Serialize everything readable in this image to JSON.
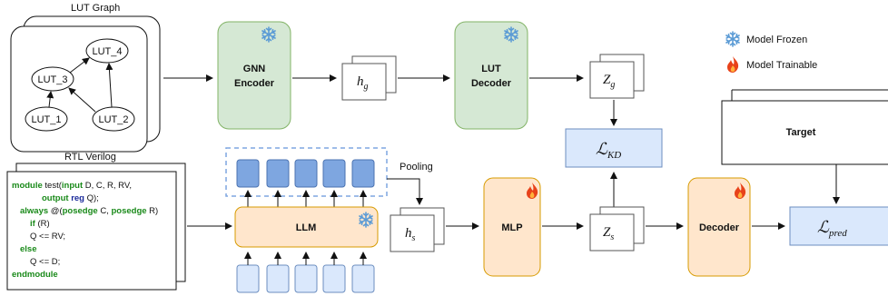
{
  "lut_graph": {
    "title": "LUT Graph",
    "nodes": [
      "LUT_4",
      "LUT_3",
      "LUT_1",
      "LUT_2"
    ]
  },
  "gnn_encoder": {
    "line1": "GNN",
    "line2": "Encoder"
  },
  "h_g": {
    "base": "h",
    "sub": "g"
  },
  "lut_decoder": {
    "line1": "LUT",
    "line2": "Decoder"
  },
  "z_g": {
    "base": "Z",
    "sub": "g"
  },
  "legend": {
    "frozen": "Model Frozen",
    "trainable": "Model Trainable"
  },
  "target": {
    "label": "Target"
  },
  "l_kd": {
    "base": "ℒ",
    "sub": "KD"
  },
  "rtl": {
    "title": "RTL Verilog",
    "line1": {
      "kw1": "module",
      "t1": " test(",
      "kw2": "input",
      "t2": " D, C, R, RV,"
    },
    "line2": {
      "kw1": "output",
      "kw2": "reg",
      "t1": " Q);"
    },
    "line3": {
      "kw1": "always",
      "t1": " @(",
      "kw2": "posedge",
      "t2": " C, ",
      "kw3": "posedge",
      "t3": " R)"
    },
    "line4": {
      "kw1": "if",
      "t1": " (R)"
    },
    "line5": {
      "t1": "Q <= RV;"
    },
    "line6": {
      "kw1": "else"
    },
    "line7": {
      "t1": "Q <= D;"
    },
    "line8": {
      "kw1": "endmodule"
    }
  },
  "pooling": {
    "label": "Pooling"
  },
  "llm": {
    "label": "LLM"
  },
  "h_s": {
    "base": "h",
    "sub": "s"
  },
  "mlp": {
    "label": "MLP"
  },
  "z_s": {
    "base": "Z",
    "sub": "s"
  },
  "decoder": {
    "label": "Decoder"
  },
  "l_pred": {
    "base": "ℒ",
    "sub": "pred"
  },
  "colors": {
    "green_fill": "#d5e8d4",
    "green_stroke": "#82b366",
    "orange_fill": "#ffe6cc",
    "orange_stroke": "#d79b00",
    "blue_fill": "#dae8fc",
    "blue_stroke": "#6c8ebf",
    "token_dark": "#7ea6e0",
    "snow": "#5b9bd5",
    "fire": "#e8421a"
  }
}
